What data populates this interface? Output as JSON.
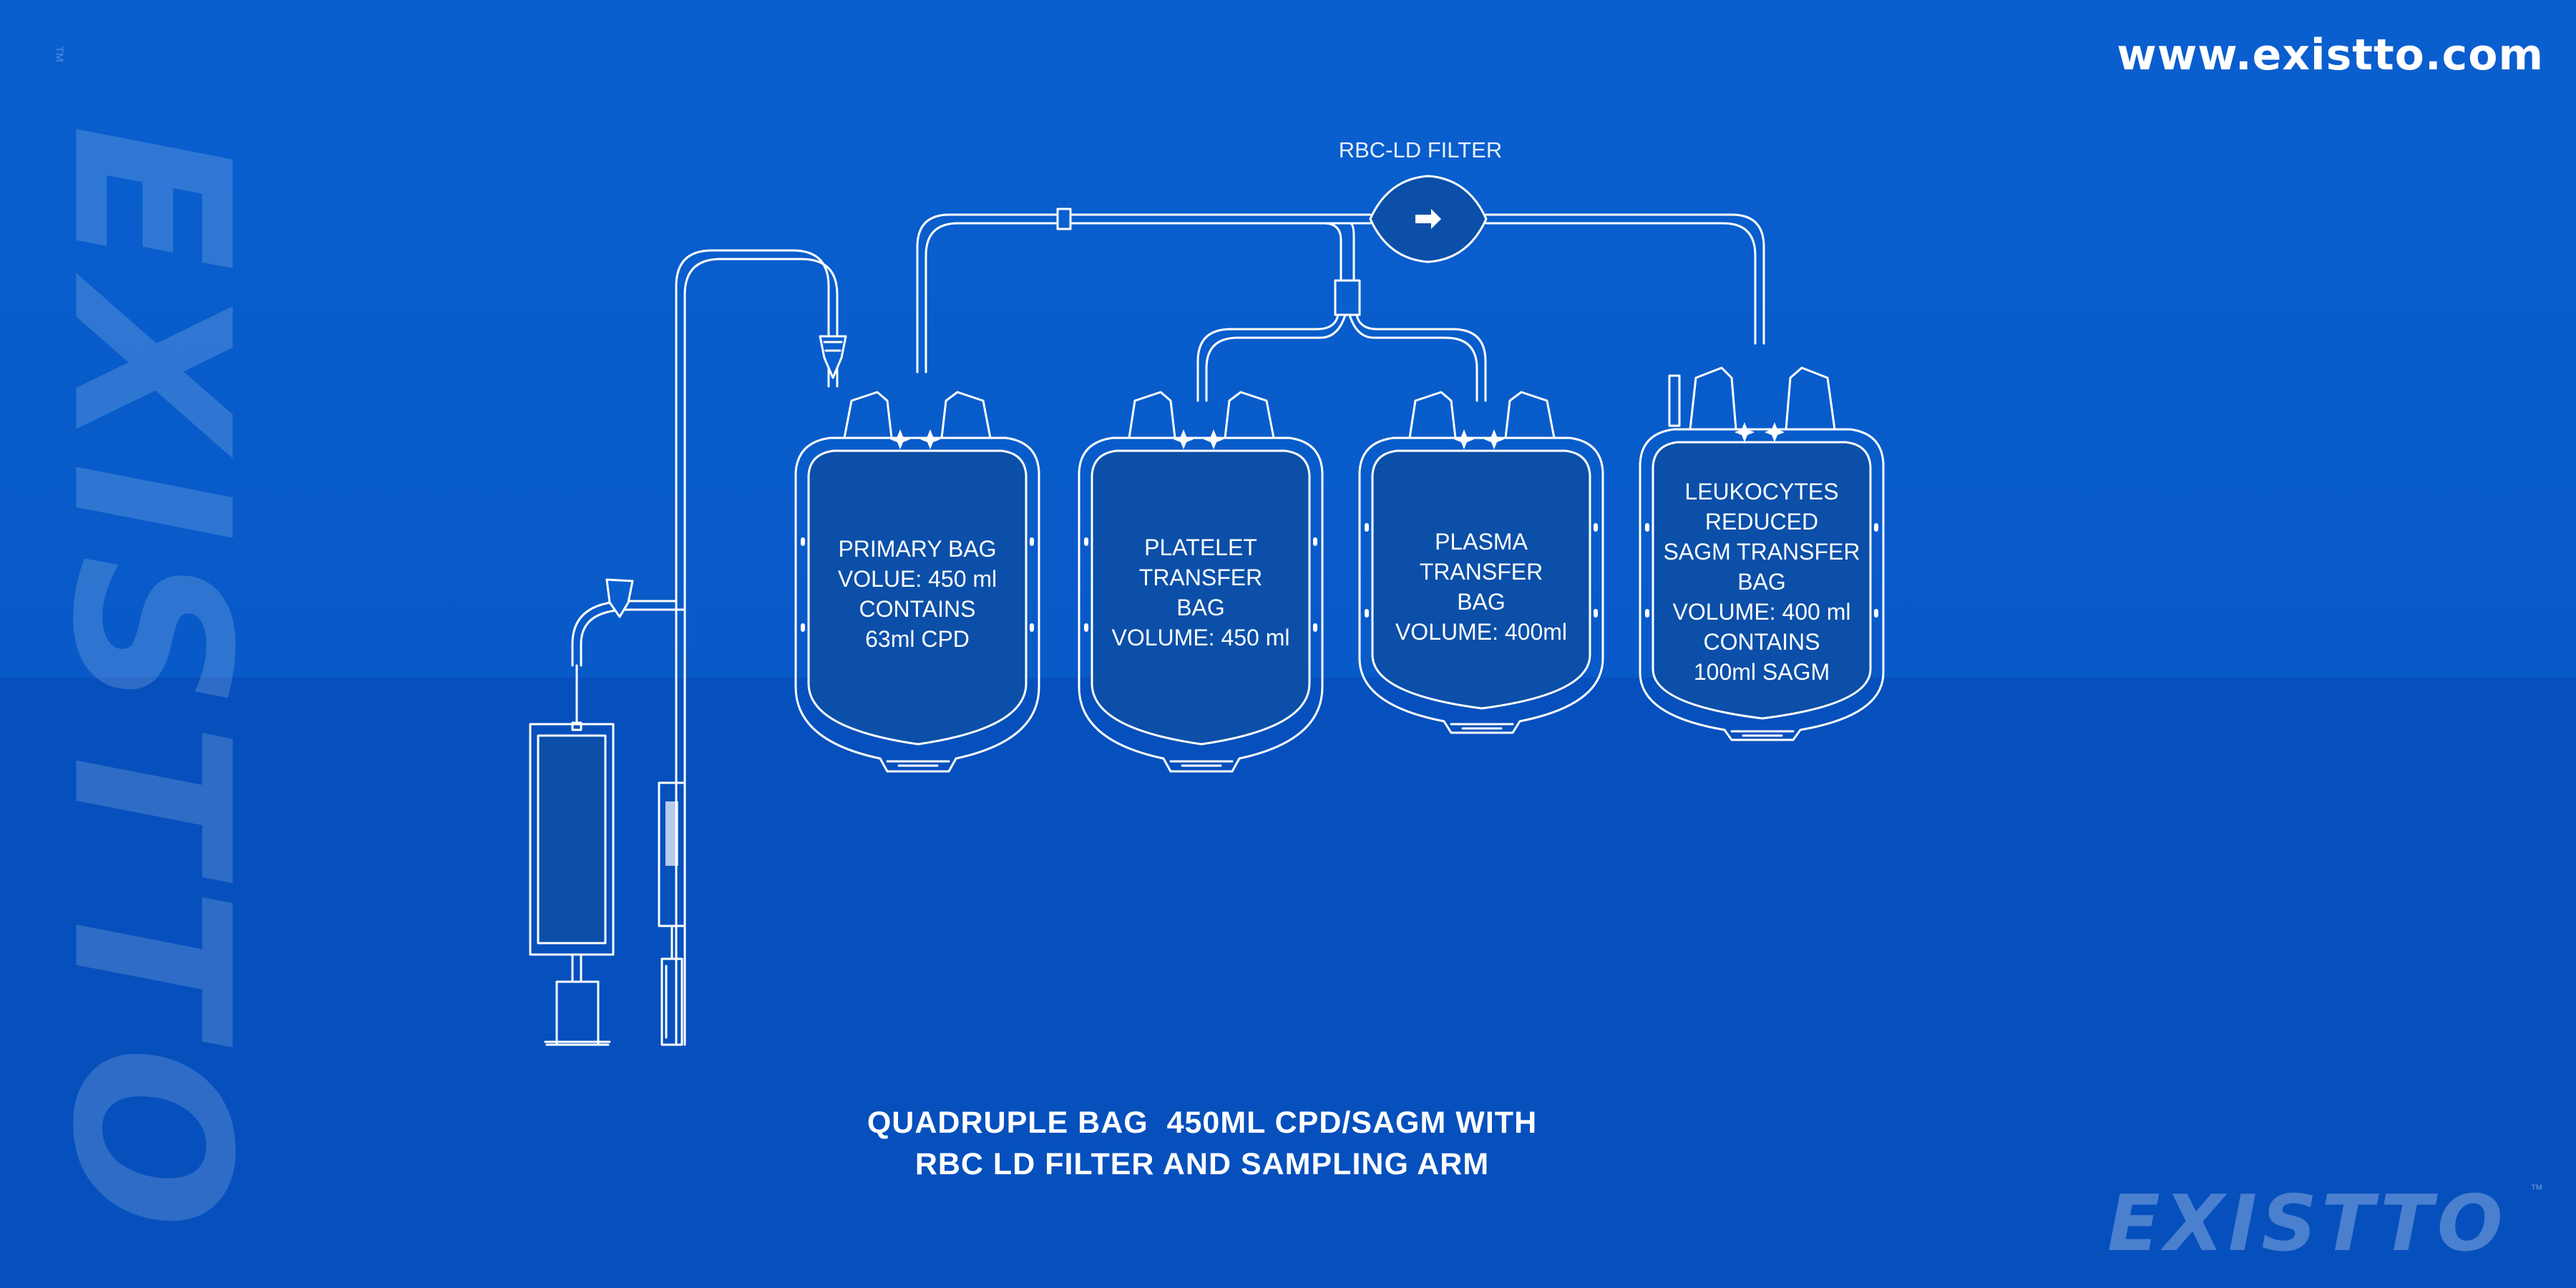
{
  "website": "www.existto.com",
  "brand": {
    "name": "EXISTTO",
    "trademark": "™"
  },
  "filter": {
    "label": "RBC-LD FILTER"
  },
  "bags": [
    {
      "id": "primary",
      "lines": [
        "PRIMARY BAG",
        "VOLUE: 450 ml",
        "CONTAINS",
        "63ml CPD"
      ]
    },
    {
      "id": "platelet",
      "lines": [
        "PLATELET",
        "TRANSFER",
        "BAG",
        "VOLUME: 450 ml"
      ]
    },
    {
      "id": "plasma",
      "lines": [
        "PLASMA",
        "TRANSFER",
        "BAG",
        "VOLUME: 400ml"
      ]
    },
    {
      "id": "sagm",
      "lines": [
        "LEUKOCYTES",
        "REDUCED",
        "SAGM TRANSFER",
        "BAG",
        "VOLUME: 400 ml",
        "CONTAINS",
        "100ml SAGM"
      ]
    }
  ],
  "caption": {
    "line1": "QUADRUPLE BAG  450ML CPD/SAGM WITH",
    "line2": "RBC LD FILTER AND SAMPLING ARM"
  },
  "colors": {
    "background": "#0a5fcf",
    "background_lower": "#0650bd",
    "bag_fill": "#0b4fa8",
    "line": "#ffffff"
  }
}
